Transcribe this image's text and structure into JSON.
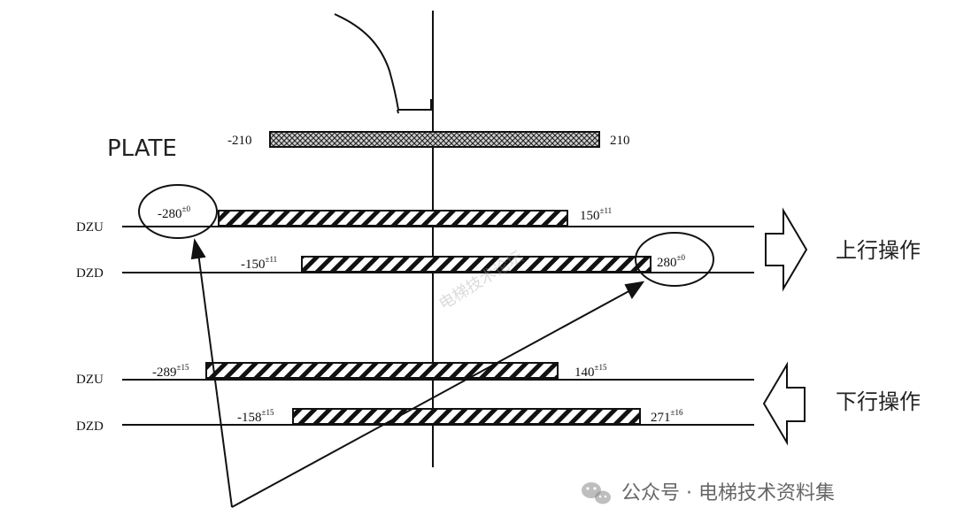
{
  "plate": {
    "label": "PLATE",
    "left_value": "-210",
    "right_value": "210"
  },
  "up_operation": {
    "label": "上行操作",
    "rows": [
      {
        "name": "DZU",
        "left_value": "-280",
        "left_tol": "±0",
        "right_value": "150",
        "right_tol": "±11"
      },
      {
        "name": "DZD",
        "left_value": "-150",
        "left_tol": "±11",
        "right_value": "280",
        "right_tol": "±0"
      }
    ]
  },
  "down_operation": {
    "label": "下行操作",
    "rows": [
      {
        "name": "DZU",
        "left_value": "-289",
        "left_tol": "±15",
        "right_value": "140",
        "right_tol": "±15"
      },
      {
        "name": "DZD",
        "left_value": "-158",
        "left_tol": "±15",
        "right_value": "271",
        "right_tol": "±16"
      }
    ]
  },
  "watermark": {
    "text": "公众号 · 电梯技术资料集",
    "faint_text": "电梯技术论坛"
  },
  "colors": {
    "line": "#111111",
    "hatch_bg": "#ffffff",
    "plate_fill": "#c8c8c8",
    "watermark_orange": "#e8a070"
  }
}
